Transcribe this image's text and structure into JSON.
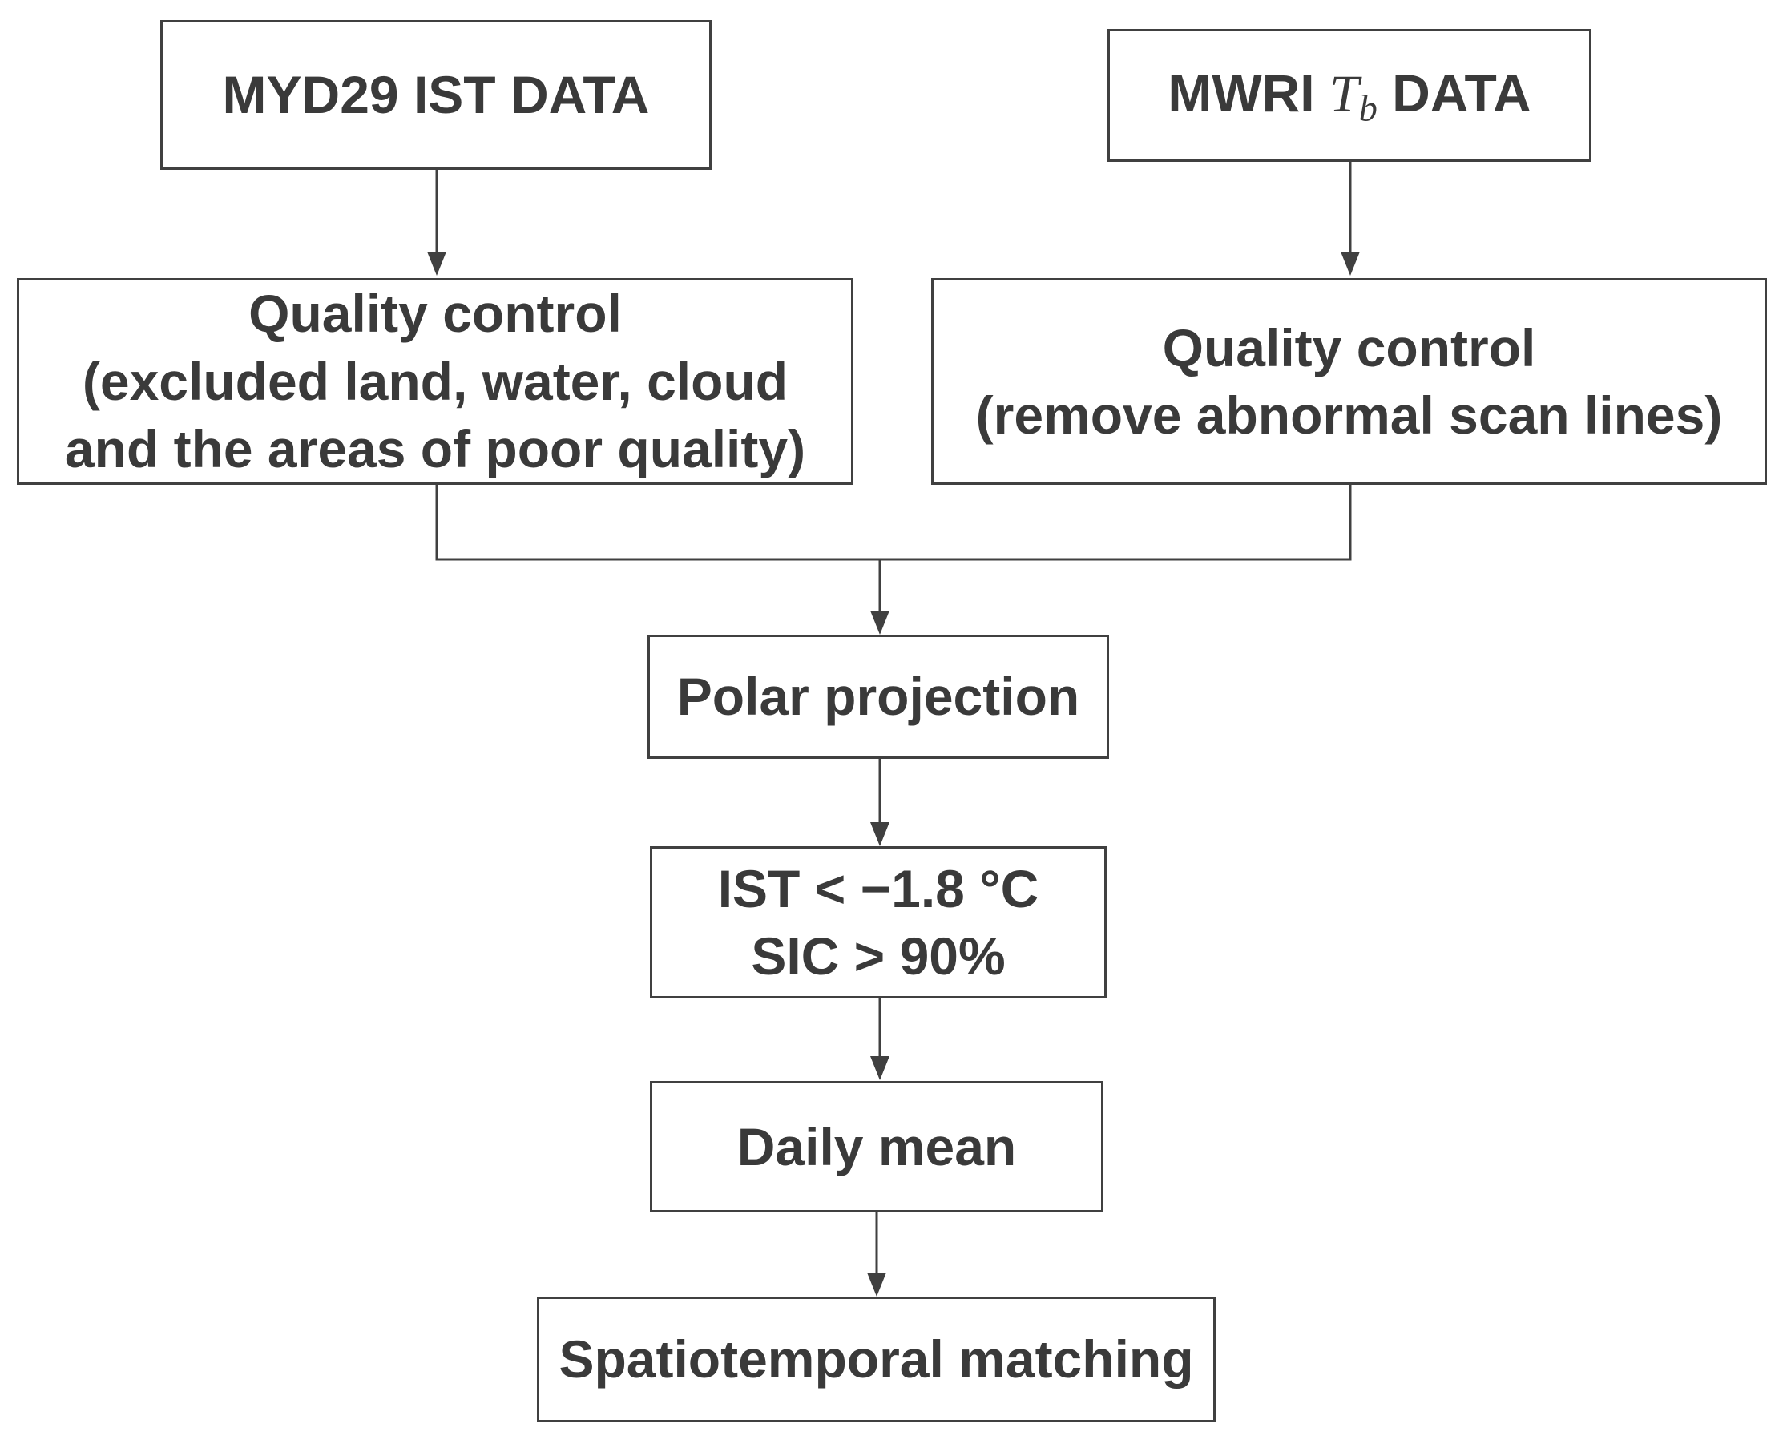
{
  "diagram": {
    "myd29_box": {
      "label": "MYD29 IST DATA"
    },
    "mwri_box": {
      "prefix": "MWRI",
      "tb_main": "T",
      "tb_sub": "b",
      "suffix": "DATA"
    },
    "qc_left_box": {
      "lines": [
        "Quality control",
        "(excluded land, water, cloud",
        "and the areas of poor quality)"
      ]
    },
    "qc_right_box": {
      "lines": [
        "Quality control",
        "(remove abnormal scan lines)"
      ]
    },
    "polar_box": {
      "label": "Polar projection"
    },
    "filter_box": {
      "lines": [
        "IST < −1.8 °C",
        "SIC > 90%"
      ]
    },
    "daily_box": {
      "label": "Daily mean"
    },
    "match_box": {
      "label": "Spatiotemporal matching"
    }
  },
  "colors": {
    "line": "#404040",
    "text": "#3a3a3a",
    "background": "#ffffff"
  }
}
